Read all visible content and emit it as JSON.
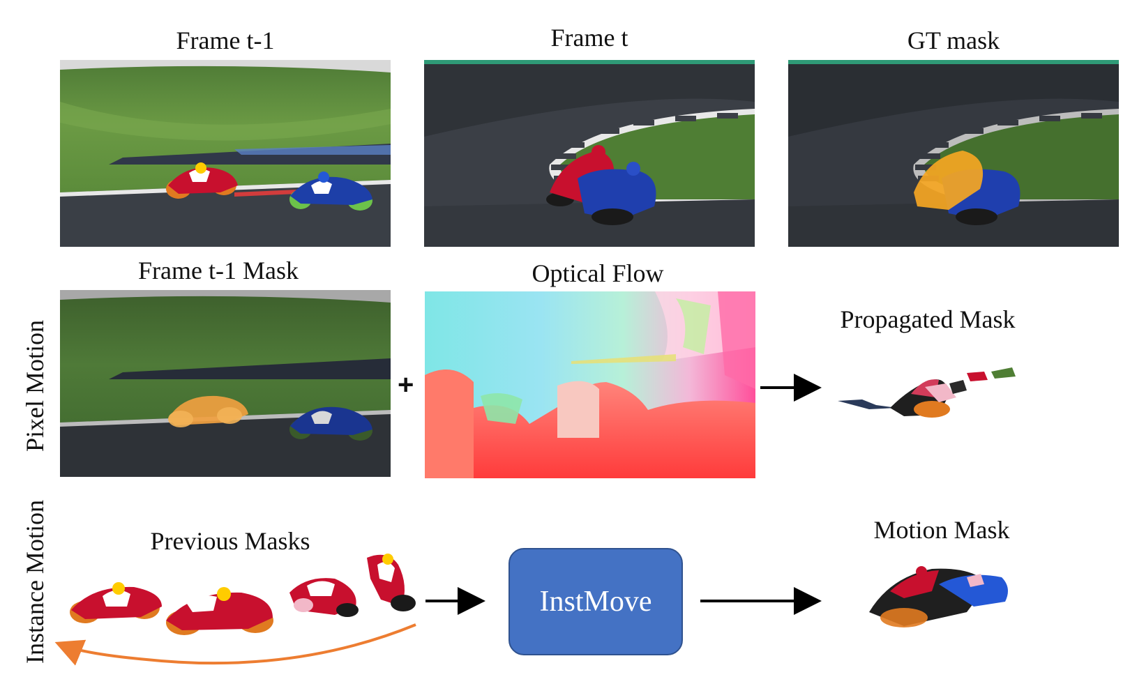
{
  "labels": {
    "frame_prev": "Frame t-1",
    "frame_cur": "Frame t",
    "gt_mask": "GT mask",
    "frame_prev_mask": "Frame t-1 Mask",
    "optical_flow": "Optical Flow",
    "propagated_mask": "Propagated Mask",
    "previous_masks": "Previous Masks",
    "motion_mask": "Motion Mask",
    "pixel_motion": "Pixel Motion",
    "instance_motion": "Instance Motion",
    "plus": "+"
  },
  "module": {
    "name": "InstMove"
  },
  "colors": {
    "instmove_fill": "#4472c4",
    "instmove_border": "#2f528f",
    "feedback_arrow": "#ed7d31",
    "arrow": "#000000",
    "mask_overlay": "#f5a623"
  }
}
